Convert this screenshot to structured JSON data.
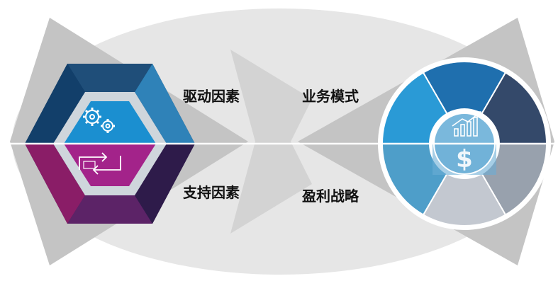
{
  "labels": {
    "drivers": "驱动因素",
    "business_model": "业务模式",
    "enablers": "支持因素",
    "profit_strategy": "盈利战略"
  },
  "left_hexagon": {
    "top_colors": [
      "#1f4e79",
      "#0f3a61",
      "#2f82b8"
    ],
    "bottom_colors": [
      "#8a1d67",
      "#5c2367",
      "#3a1f55"
    ],
    "inner_top": "#1b8fd0",
    "inner_bottom": "#a3238a",
    "top_icon": "gears-icon",
    "bottom_icon": "sync-arrows-icon"
  },
  "right_circle": {
    "segment_colors": [
      "#2a9ad6",
      "#1f6fae",
      "#34496a",
      "#98a1ad",
      "#c3c8d0",
      "#4e9ec9"
    ],
    "center_top_icon": "growth-chart-icon",
    "center_bottom_icon": "dollar-icon"
  },
  "background": {
    "ellipse": "#e6e6e6",
    "band": "#c4c4c4"
  }
}
